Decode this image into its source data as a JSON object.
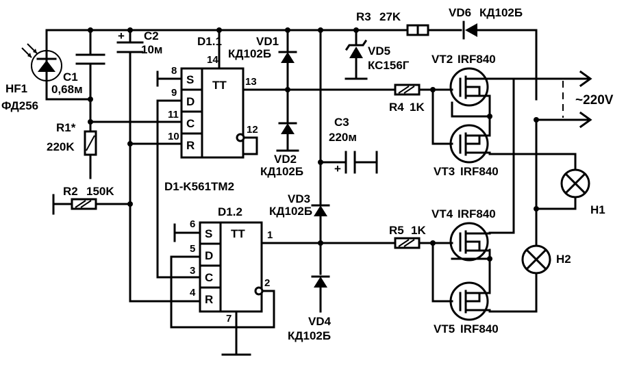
{
  "components": {
    "hf1": {
      "ref": "HF1",
      "part": "ФД256"
    },
    "c1": {
      "ref": "C1",
      "value": "0,68м"
    },
    "c2": {
      "ref": "C2",
      "value": "10м"
    },
    "c3": {
      "ref": "C3",
      "value": "220м"
    },
    "r1": {
      "ref": "R1*",
      "value": "220K"
    },
    "r2": {
      "ref": "R2",
      "value": "150K"
    },
    "r3": {
      "ref": "R3",
      "value": "27K"
    },
    "r4": {
      "ref": "R4",
      "value": "1K"
    },
    "r5": {
      "ref": "R5",
      "value": "1K"
    },
    "vd1": {
      "ref": "VD1",
      "part": "КД102Б"
    },
    "vd2": {
      "ref": "VD2",
      "part": "КД102Б"
    },
    "vd3": {
      "ref": "VD3",
      "part": "КД102Б"
    },
    "vd4": {
      "ref": "VD4",
      "part": "КД102Б"
    },
    "vd5": {
      "ref": "VD5",
      "part": "КС156Г"
    },
    "vd6": {
      "ref": "VD6",
      "part": "КД102Б"
    },
    "vt2": {
      "ref": "VT2",
      "part": "IRF840"
    },
    "vt3": {
      "ref": "VT3",
      "part": "IRF840"
    },
    "vt4": {
      "ref": "VT4",
      "part": "IRF840"
    },
    "vt5": {
      "ref": "VT5",
      "part": "IRF840"
    },
    "h1": {
      "ref": "H1"
    },
    "h2": {
      "ref": "H2"
    },
    "d1": {
      "ref": "D1-K561TM2",
      "d11": "D1.1",
      "d12": "D1.2",
      "tt": "TT"
    },
    "mains": {
      "label": "~220V"
    }
  },
  "pins": {
    "s": "S",
    "d": "D",
    "c": "C",
    "r": "R",
    "d11": {
      "p14": "14",
      "p8": "8",
      "p9": "9",
      "p11": "11",
      "p10": "10",
      "p13": "13",
      "p12": "12"
    },
    "d12": {
      "p6": "6",
      "p5": "5",
      "p3": "3",
      "p4": "4",
      "p1": "1",
      "p2": "2",
      "p7": "7"
    }
  },
  "marks": {
    "plus": "+"
  }
}
